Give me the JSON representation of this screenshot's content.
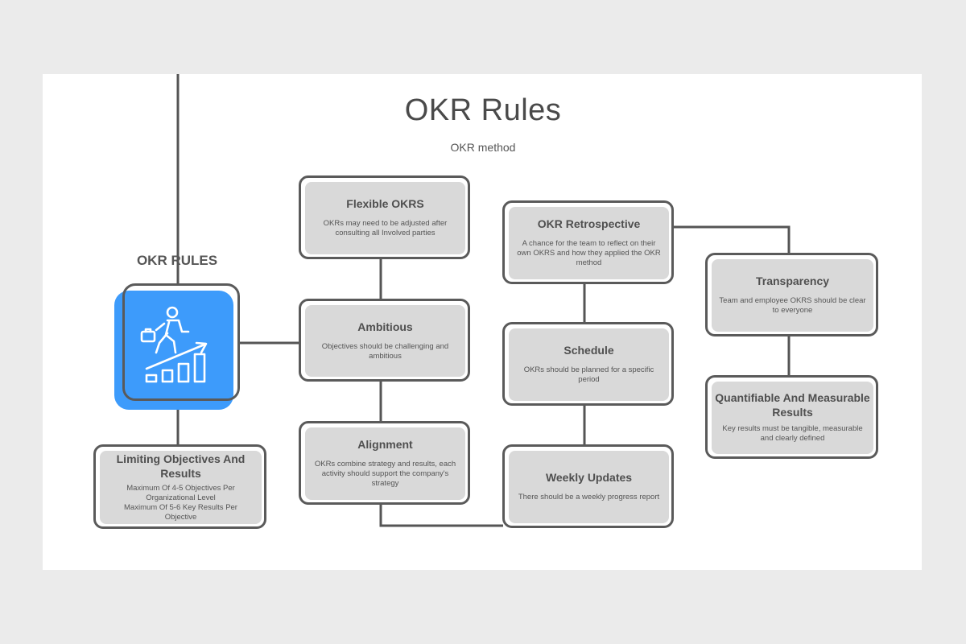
{
  "slide": {
    "title": "OKR Rules",
    "subtitle": "OKR method",
    "rules_label": "OKR RULES"
  },
  "icon": {
    "name": "person-climbing-growth-chart-icon",
    "color": "#3d9bfb"
  },
  "cards": {
    "flexible": {
      "title": "Flexible OKRS",
      "desc": "OKRs may need to be adjusted after consulting all Involved parties"
    },
    "ambitious": {
      "title": "Ambitious",
      "desc": "Objectives should be challenging and ambitious"
    },
    "alignment": {
      "title": "Alignment",
      "desc": "OKRs combine strategy and results, each activity should support the company's strategy"
    },
    "limiting": {
      "title": "Limiting Objectives And Results",
      "desc_1": "Maximum Of 4-5 Objectives Per Organizational Level",
      "desc_2": "Maximum Of 5-6 Key Results Per Objective"
    },
    "retrospective": {
      "title": "OKR Retrospective",
      "desc": "A chance for the team to reflect on their own OKRS and how they applied the OKR method"
    },
    "schedule": {
      "title": "Schedule",
      "desc": "OKRs should be planned for a specific period"
    },
    "weekly": {
      "title": "Weekly Updates",
      "desc": "There should be a weekly progress report"
    },
    "transparency": {
      "title": "Transparency",
      "desc": "Team and employee OKRS should be clear to everyone"
    },
    "quantifiable": {
      "title": "Quantifiable And Measurable Results",
      "desc": "Key results must be tangible, measurable and clearly defined"
    }
  }
}
